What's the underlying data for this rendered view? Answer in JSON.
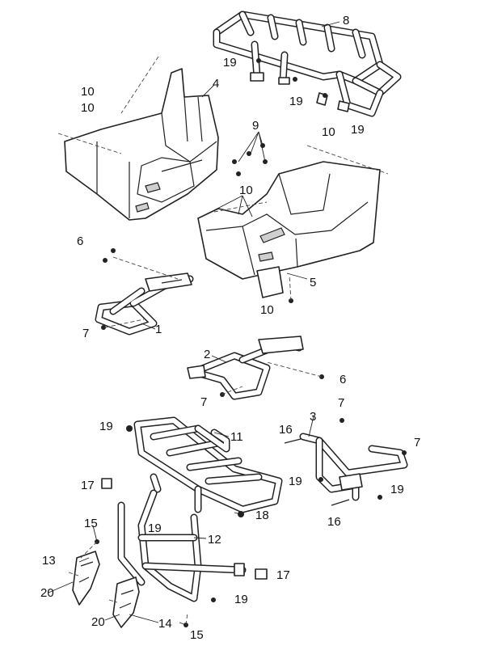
{
  "diagram": {
    "parts": [
      {
        "id": "front-fender",
        "num": "4"
      },
      {
        "id": "rear-fender",
        "num": "5"
      },
      {
        "id": "front-rack",
        "num": "8"
      },
      {
        "id": "front-bracket",
        "num": "1"
      },
      {
        "id": "rear-bracket",
        "num": "2"
      },
      {
        "id": "side-bracket",
        "num": "3"
      },
      {
        "id": "rear-rack",
        "num": "11"
      },
      {
        "id": "main-frame",
        "num": "12"
      },
      {
        "id": "left-guard",
        "num": "13"
      },
      {
        "id": "right-guard",
        "num": "14"
      }
    ],
    "labels": {
      "l1": "1",
      "l2": "2",
      "l3": "3",
      "l4": "4",
      "l5": "5",
      "l6a": "6",
      "l6b": "6",
      "l7a": "7",
      "l7b": "7",
      "l7c": "7",
      "l7d": "7",
      "l8": "8",
      "l9": "9",
      "l10a": "10",
      "l10b": "10",
      "l10c": "10",
      "l10d": "10",
      "l10e": "10",
      "l11": "11",
      "l12": "12",
      "l13": "13",
      "l14": "14",
      "l15a": "15",
      "l15b": "15",
      "l16a": "16",
      "l16b": "16",
      "l17a": "17",
      "l17b": "17",
      "l18": "18",
      "l19a": "19",
      "l19b": "19",
      "l19c": "19",
      "l19d": "19",
      "l19e": "19",
      "l19f": "19",
      "l19g": "19",
      "l20a": "20",
      "l20b": "20"
    }
  }
}
